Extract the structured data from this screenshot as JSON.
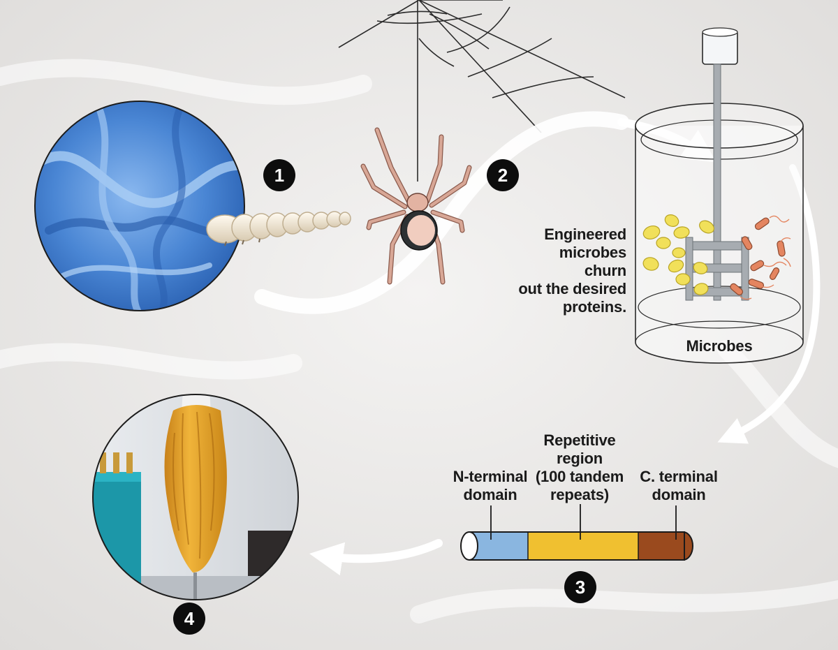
{
  "steps": {
    "s1": "1",
    "s2": "2",
    "s3": "3",
    "s4": "4"
  },
  "bioreactor": {
    "caption": [
      "Engineered",
      "microbes churn",
      "out the desired",
      "proteins."
    ],
    "label": "Microbes"
  },
  "protein": {
    "n_terminal": [
      "N-terminal",
      "domain"
    ],
    "repetitive": [
      "Repetitive",
      "region",
      "(100 tandem",
      "repeats)"
    ],
    "c_terminal": [
      "C. terminal",
      "domain"
    ],
    "segments": [
      {
        "key": "n_terminal",
        "color": "#8ab6e0"
      },
      {
        "key": "repetitive",
        "color": "#f0c030"
      },
      {
        "key": "c_terminal",
        "color": "#9a4a1e"
      }
    ]
  },
  "colors": {
    "background": "#ecebea",
    "silk": "#4a86d4",
    "silkworm": "#f3e9d8",
    "spider_leg": "#d8a796",
    "yeast": "#f1e05a",
    "bacteria": "#e48560",
    "garment": "#e8a62a",
    "teal_block": "#1c97a8",
    "step_badge": "#0d0d0d"
  },
  "icons": [
    "silk-fabric-icon",
    "silkworm-icon",
    "spider-icon",
    "spiderweb-icon",
    "bioreactor-icon",
    "microbe-icon",
    "garment-icon",
    "arrow-icon"
  ]
}
